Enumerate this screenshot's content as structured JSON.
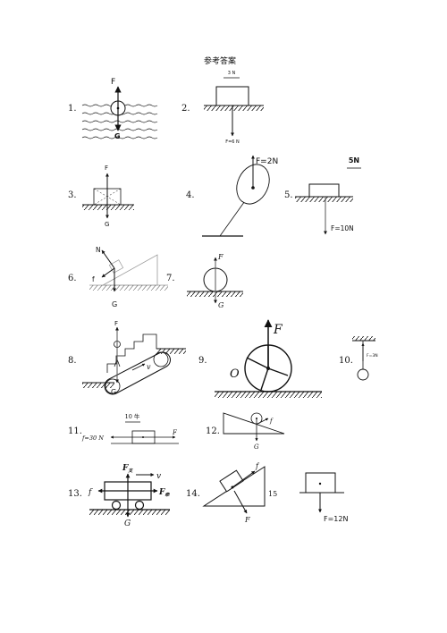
{
  "title": "参考答案",
  "problems": [
    {
      "num": "1.",
      "labels": {
        "F": "F",
        "G": "G"
      }
    },
    {
      "num": "2.",
      "labels": {
        "scale": "3 N",
        "force": "F=6 N"
      }
    },
    {
      "num": "3.",
      "labels": {
        "F": "F",
        "G": "G"
      }
    },
    {
      "num": "4.",
      "labels": {
        "F": "F=2N"
      }
    },
    {
      "num": "5.",
      "labels": {
        "scale": "5N",
        "force": "F=10N"
      }
    },
    {
      "num": "6.",
      "labels": {
        "N": "N",
        "f": "f",
        "G": "G"
      }
    },
    {
      "num": "7.",
      "labels": {
        "F": "F",
        "G": "G"
      }
    },
    {
      "num": "8.",
      "labels": {
        "F": "F",
        "v": "v",
        "G": "G"
      }
    },
    {
      "num": "9.",
      "labels": {
        "F": "F",
        "O": "O"
      }
    },
    {
      "num": "10.",
      "labels": {
        "F": "F=3N"
      }
    },
    {
      "num": "11.",
      "labels": {
        "scale": "10 牛",
        "f": "f=30 N",
        "F": "F"
      }
    },
    {
      "num": "12.",
      "labels": {
        "f": "f",
        "G": "G"
      }
    },
    {
      "num": "13.",
      "labels": {
        "F_support": "F",
        "F_support_sub": "支",
        "v": "v",
        "f": "f",
        "F_pull": "F",
        "F_pull_sub": "牵",
        "G": "G"
      }
    },
    {
      "num": "14.",
      "labels": {
        "f": "f",
        "F": "F"
      }
    },
    {
      "num": "15",
      "labels": {
        "force": "F=12N"
      }
    }
  ]
}
